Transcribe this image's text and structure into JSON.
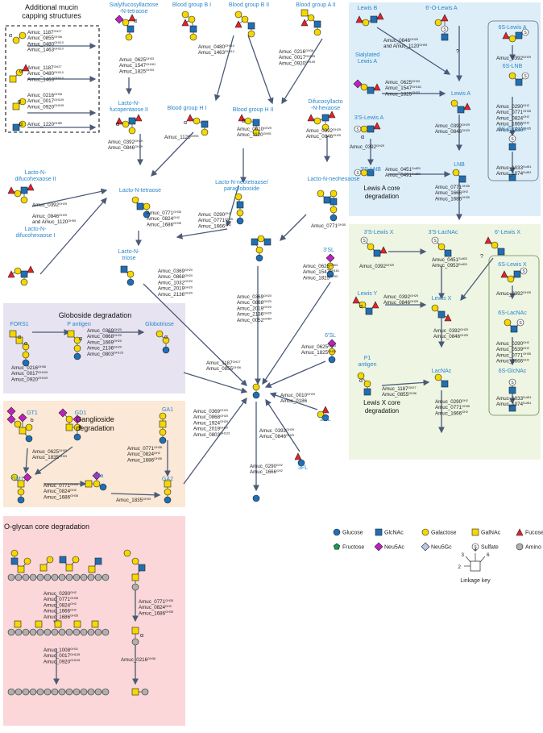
{
  "capping": {
    "title": [
      "Additional mucin",
      "capping structures"
    ],
    "rows": [
      {
        "items": [
          "Amuc_1187^GH27",
          "Amuc_0855^GH36",
          "Amuc_0480^GH110",
          "Amuc_1463^GH110"
        ]
      },
      {
        "items": [
          "Amuc_1187^GH27",
          "Amuc_0480^GH110",
          "Amuc_1463^GH110"
        ]
      },
      {
        "items": [
          "Amuc_0216^GH36",
          "Amuc_0017^GH109",
          "Amuc_0920^GH109"
        ]
      },
      {
        "items": [
          "Amuc_1220^GH89"
        ]
      }
    ]
  },
  "structure_labels": {
    "sialylfucosyllactose": [
      "Sialylfucosyllactose",
      "-N-tetraose"
    ],
    "blood_b1": "Blood group B I",
    "blood_b2": "Blood group B II",
    "blood_a2": "Blood group A II",
    "lnfp2": [
      "Lacto-N-",
      "fucopentaose II"
    ],
    "blood_h1": "Blood group H I",
    "blood_h2": "Blood group H II",
    "difucosyllacto": [
      "Difucosyllacto",
      "-N-hexaose"
    ],
    "lndfh2": [
      "Lacto-N-",
      "difucohexaose II"
    ],
    "lnt": "Lacto-N-tetraose",
    "lnnt": [
      "Lacto-N-neotetraose/",
      "paragloboside"
    ],
    "lnnh": "Lacto-N-neohexaose",
    "lndfh1": [
      "Lacto-N-",
      "difucohexaose I"
    ],
    "lnt2": [
      "Lacto-N-",
      "triose"
    ],
    "sl3": "3'SL",
    "sl6": "6'SL",
    "fl2": "2'FL",
    "fl3": "3FL"
  },
  "enzyme_labels": {
    "e_sfl": [
      "Amuc_0625^GH33",
      "Amuc_1547^GH181",
      "Amuc_1825^GH33"
    ],
    "e_b": [
      "Amuc_0480^GH110",
      "Amuc_1463^GH110"
    ],
    "e_a2": [
      "Amuc_0216^GH36",
      "Amuc_0017^GH109",
      "Amuc_0920^GH109"
    ],
    "e_lnfp": [
      "Amuc_0392^GH29",
      "Amuc_0846^GH29"
    ],
    "e_h1": [
      "Amuc_1120^GH95"
    ],
    "e_h2": [
      "Amuc_0010^GH29",
      "Amuc_1120^GH95"
    ],
    "e_difuc": [
      "Amuc_0392^GH29",
      "Amuc_0846^GH29"
    ],
    "e_lndfh2": [
      "Amuc_0392^GH29"
    ],
    "e_lndfh1": [
      "Amuc_0846^GH29",
      "and Amuc_1120^GH95"
    ],
    "e_lnt": [
      "Amuc_0771^GH35",
      "Amuc_0824^GH2",
      "Amuc_1686^GH35"
    ],
    "e_lnnt": [
      "Amuc_0290^GH2",
      "Amuc_0771^GH35",
      "Amuc_1666^GH2"
    ],
    "e_lnnh": [
      "Amuc_0771^GH35"
    ],
    "e_triose": [
      "Amuc_0369^GH20",
      "Amuc_0868^GH20",
      "Amuc_1032^GH20",
      "Amuc_2019^GH20",
      "Amuc_2136^GH20"
    ],
    "e_center": [
      "Amuc_0369^GH20",
      "Amuc_0868^GH20",
      "Amuc_2019^GH20",
      "Amuc_2136^GH20",
      "Amuc_0052^GH84"
    ],
    "e_3sl": [
      "Amuc_0625^GH33",
      "Amuc_1547^GH181",
      "Amuc_1825^GH33"
    ],
    "e_6sl": [
      "Amuc_0625^GH33",
      "Amuc_1825^GH33"
    ],
    "e_2fl": [
      "Amuc_0010^GH29",
      "Amuc_0186"
    ],
    "e_3fl": [
      "Amuc_0392^GH29",
      "Amuc_0846^GH29"
    ],
    "e_final": [
      "Amuc_0290^GH2",
      "Amuc_1666^GH2"
    ],
    "e_globo_to_center": [
      "Amuc_1187^GH27",
      "Amuc_0855^GH36"
    ],
    "e_ganglio_to_center": [
      "Amuc_0369^GH20",
      "Amuc_0868^GH20",
      "Amuc_1924^GH20",
      "Amuc_2019^GH20",
      "Amuc_0803^GH123"
    ]
  },
  "globoside": {
    "title": "Globoside degradation",
    "fors1": "FORS1",
    "pantigen": "P antigen",
    "globotriose": "Globotriose",
    "e1": [
      "Amuc_0216^GH36",
      "Amuc_0017^GH109",
      "Amuc_0920^GH109"
    ],
    "e2": [
      "Amuc_0369^GH20",
      "Amuc_0868^GH20",
      "Amuc_1669^GH20",
      "Amuc_2136^GH20",
      "Amuc_0803^GH123"
    ]
  },
  "ganglioside": {
    "title": [
      "Ganglioside",
      "degradation"
    ],
    "gt1": "GT1",
    "gd1": "GD1",
    "ga1": "GA1",
    "gm1": "GM1",
    "sda": "Sda",
    "ga2": "GA2",
    "lbl_b": "b",
    "lbl_a": "a",
    "e1": [
      "Amuc_0625^GH33",
      "Amuc_1835^GH33"
    ],
    "e2": [
      "Amuc_0771^GH35",
      "Amuc_0824^GH2",
      "Amuc_1686^GH35"
    ],
    "e3": [
      "Amuc_0771^GH35",
      "Amuc_0824^GH2",
      "Amuc_1686^GH35"
    ],
    "e4": [
      "Amuc_1835^GH33"
    ]
  },
  "lewisA": {
    "title": [
      "Lewis A core",
      "degradation"
    ],
    "lewisB": "Lewis B",
    "oLewisA": "6'-O-Lewis A",
    "sialylLewisA": [
      "Sialylated",
      "Lewis A"
    ],
    "lewisA": "Lewis A",
    "s3LewisA": "3'S-Lewis A",
    "s3LNB": "3'S-LNB",
    "lnb": "LNB",
    "s6LewisA": "6S-Lewis A",
    "s6LNB": "6S-LNB",
    "s6GlcNAc": "6S-GlcNAc",
    "q": "?",
    "e_b": [
      "Amuc_0846^GH29",
      "and Amuc_1120^GH95"
    ],
    "e_sial": [
      "Amuc_0625^GH33",
      "Amuc_1547^GH181",
      "Amuc_1825^GH33"
    ],
    "e_lewisA": [
      "Amuc_0392^GH29",
      "Amuc_0846^GH29"
    ],
    "e_3s": [
      "Amuc_0392^GH29"
    ],
    "e_3slnb": [
      "Amuc_0451^Sulf20",
      "Amuc_0491^Sulf20"
    ],
    "e_lnb": [
      "Amuc_0771^GH35",
      "Amuc_1666^GH2",
      "Amuc_1686^GH35"
    ],
    "e_6s1": [
      "Amuc_0392^GH29"
    ],
    "e_6s2": [
      "Amuc_0290^GH2",
      "Amuc_0771^GH35",
      "Amuc_0824^GH2",
      "Amuc_1666^GH2",
      "Amuc_1686^GH35"
    ],
    "e_6s3": [
      "Amuc_1033^Sulf11",
      "Amuc_1074^Sulf11"
    ]
  },
  "lewisX": {
    "title": [
      "Lewis X core",
      "degradation"
    ],
    "s3LewisX": "3'S-Lewis X",
    "s3LacNAc": "3'S-LacNAc",
    "lewisX6": "6'-Lewis X",
    "lewisY": "Lewis Y",
    "lewisX": "Lewis X",
    "p1": [
      "P1",
      "antigen"
    ],
    "lacnac": "LacNAc",
    "s6LewisX": "6S-Lewis X",
    "s6LacNAc": "6S-LacNAc",
    "s6GlcNAc": "6S-GlcNAc",
    "q": "?",
    "e_3s": [
      "Amuc_0392^GH29"
    ],
    "e_3slac": [
      "Amuc_0451^Sulf20",
      "Amuc_0953^Sulf20"
    ],
    "e_y": [
      "Amuc_0392^GH29",
      "Amuc_0846^GH29"
    ],
    "e_x": [
      "Amuc_0392^GH29",
      "Amuc_0846^GH29"
    ],
    "e_p1": [
      "Amuc_1187^GH27",
      "Amuc_0855^GH36"
    ],
    "e_lac": [
      "Amuc_0290^GH2",
      "Amuc_0771^GH35",
      "Amuc_1666^GH2"
    ],
    "e_6s1": [
      "Amuc_0392^GH29"
    ],
    "e_6s2": [
      "Amuc_0290^GH2",
      "Amuc_0539^GH2",
      "Amuc_0771^GH35",
      "Amuc_1666^GH2"
    ],
    "e_6s3": [
      "Amuc_1033^Sulf11",
      "Amuc_1074^Sulf11"
    ]
  },
  "oglycan": {
    "title": "O-glycan core degradation",
    "e1": [
      "Amuc_0290^GH2",
      "Amuc_0771^GH35",
      "Amuc_0824^GH2",
      "Amuc_1666^GH2",
      "Amuc_1686^GH35"
    ],
    "e2": [
      "Amuc_1008^GH31",
      "Amuc_0017^GH109",
      "Amuc_0920^GH109"
    ],
    "e3": [
      "Amuc_0771^GH35",
      "Amuc_0824^GH2",
      "Amuc_1686^GH35"
    ],
    "e4": [
      "Amuc_0216^GH36"
    ]
  },
  "legend": {
    "items": [
      {
        "name": "Glucose",
        "shape": "circle",
        "color": "#1f6fb5"
      },
      {
        "name": "GlcNAc",
        "shape": "square",
        "color": "#1f6fb5"
      },
      {
        "name": "Galactose",
        "shape": "circle",
        "color": "#f5d800"
      },
      {
        "name": "GalNAc",
        "shape": "square",
        "color": "#f5d800"
      },
      {
        "name": "Fucose",
        "shape": "triangle",
        "color": "#e8202a"
      },
      {
        "name": "Fructose",
        "shape": "pentagon",
        "color": "#1a9a52"
      },
      {
        "name": "Neu5Ac",
        "shape": "diamond",
        "color": "#c020c0"
      },
      {
        "name": "Neu5Gc",
        "shape": "diamond",
        "color": "#b8c8e8"
      },
      {
        "name": "Sulfate",
        "shape": "sulfate",
        "color": "#ffffff"
      },
      {
        "name": "Amino acid",
        "shape": "circle",
        "color": "#b0b0b0"
      }
    ],
    "linkage_title": "Linkage key",
    "linkage_nums": [
      "2",
      "3",
      "4",
      "6"
    ]
  },
  "alpha": "α"
}
